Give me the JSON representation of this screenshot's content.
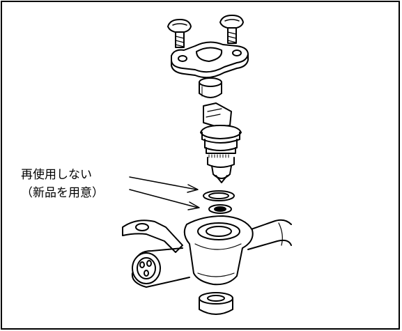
{
  "callout": {
    "line1": "再使用しない",
    "line2": "（新品を用意）"
  },
  "parts": [
    "screw-left",
    "screw-right",
    "injector-retainer-cap",
    "upper-cushion-ring",
    "fuel-injector",
    "o-ring",
    "insulator-seal",
    "fuel-delivery-pipe",
    "lower-insulator"
  ]
}
